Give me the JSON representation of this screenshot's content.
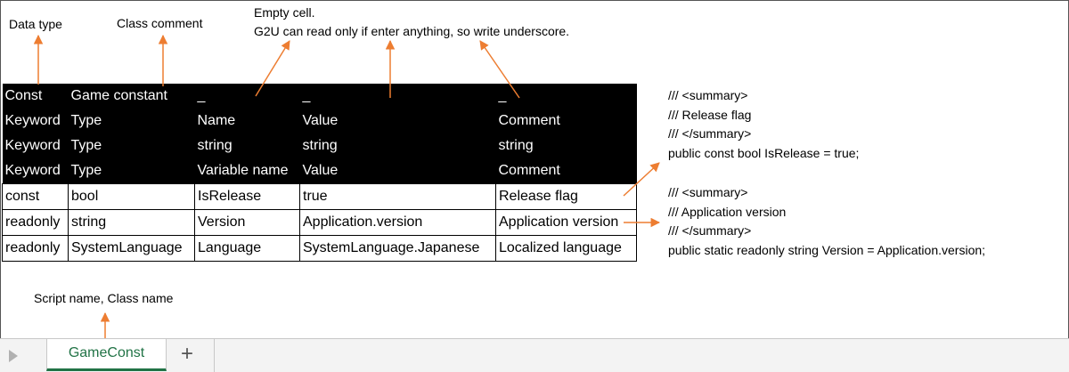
{
  "annotations": {
    "data_type": "Data type",
    "class_comment": "Class comment",
    "empty_cell_line1": "Empty cell.",
    "empty_cell_line2": "G2U can read only if enter anything, so write underscore.",
    "script_name": "Script name, Class name"
  },
  "sheet": {
    "header_rows": [
      [
        "Const",
        "Game constant",
        "_",
        "_",
        "_"
      ],
      [
        "Keyword",
        "Type",
        "Name",
        "Value",
        "Comment"
      ],
      [
        "Keyword",
        "Type",
        "string",
        "string",
        "string"
      ],
      [
        "Keyword",
        "Type",
        "Variable name",
        "Value",
        "Comment"
      ]
    ],
    "data_rows": [
      [
        "const",
        "bool",
        "IsRelease",
        "true",
        "Release flag"
      ],
      [
        "readonly",
        "string",
        "Version",
        "Application.version",
        "Application version"
      ],
      [
        "readonly",
        "SystemLanguage",
        "Language",
        "SystemLanguage.Japanese",
        "Localized language"
      ]
    ]
  },
  "code_samples": [
    [
      "/// <summary>",
      "/// Release flag",
      "/// </summary>",
      "public const bool IsRelease = true;"
    ],
    [
      "/// <summary>",
      "/// Application version",
      "/// </summary>",
      "public static readonly string Version = Application.version;"
    ]
  ],
  "tabs": {
    "sheet_name": "GameConst",
    "add_label": "+"
  },
  "colors": {
    "arrow": "#ED7D31",
    "tab_text": "#217346",
    "header_bg": "#000000"
  }
}
